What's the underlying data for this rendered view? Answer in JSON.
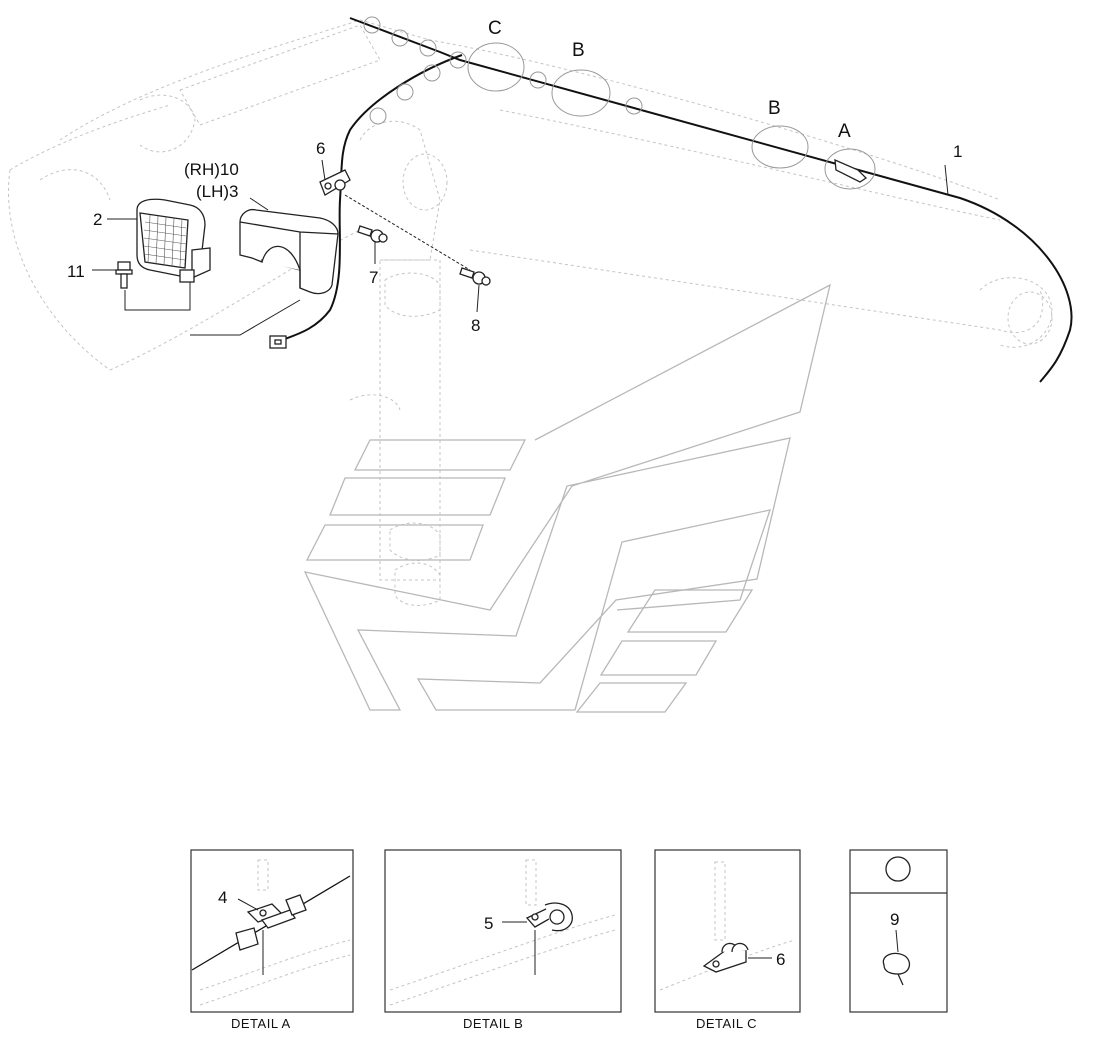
{
  "callouts": {
    "c1": "1",
    "c2": "2",
    "c3_rh": "(RH)10",
    "c3_lh": "(LH)3",
    "c6": "6",
    "c7": "7",
    "c8": "8",
    "c11": "11"
  },
  "detail_markers": {
    "a": "A",
    "b1": "B",
    "b2": "B",
    "c": "C"
  },
  "details": {
    "a": {
      "caption": "DETAIL  A",
      "part": "4"
    },
    "b": {
      "caption": "DETAIL  B",
      "part": "5"
    },
    "c": {
      "caption": "DETAIL  C",
      "part": "6"
    },
    "clip": {
      "part": "9"
    }
  }
}
